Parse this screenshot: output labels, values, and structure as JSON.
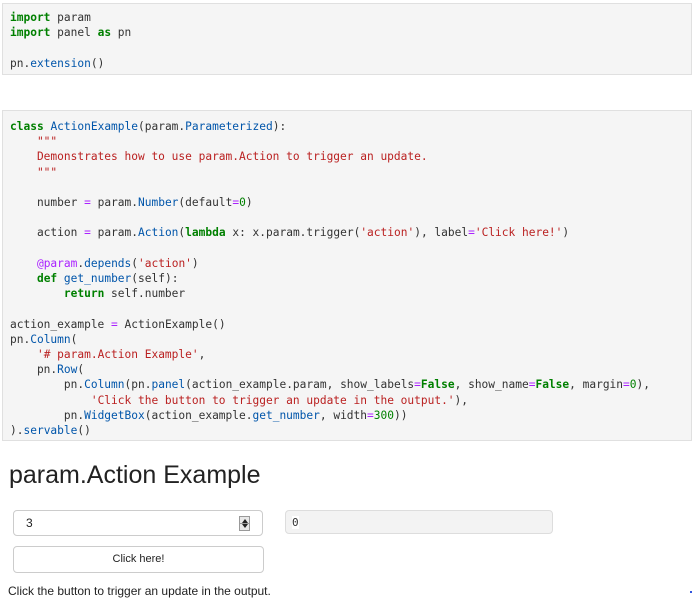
{
  "cells": [
    {
      "id": "cell1",
      "lines": [
        [
          {
            "t": "import",
            "c": "kw"
          },
          {
            "t": " param"
          }
        ],
        [
          {
            "t": "import",
            "c": "kw"
          },
          {
            "t": " panel "
          },
          {
            "t": "as",
            "c": "kw"
          },
          {
            "t": " pn"
          }
        ],
        [],
        [
          {
            "t": "pn."
          },
          {
            "t": "extension",
            "c": "fn"
          },
          {
            "t": "()"
          }
        ]
      ]
    },
    {
      "id": "cell2",
      "lines": [
        [
          {
            "t": "class",
            "c": "kw"
          },
          {
            "t": " "
          },
          {
            "t": "ActionExample",
            "c": "fn"
          },
          {
            "t": "(param."
          },
          {
            "t": "Parameterized",
            "c": "fn"
          },
          {
            "t": "):"
          }
        ],
        [
          {
            "t": "    \"\"\"",
            "c": "st"
          }
        ],
        [
          {
            "t": "    Demonstrates how to use param.Action to trigger an update.",
            "c": "st"
          }
        ],
        [
          {
            "t": "    \"\"\"",
            "c": "st"
          }
        ],
        [],
        [
          {
            "t": "    number "
          },
          {
            "t": "=",
            "c": "op"
          },
          {
            "t": " param."
          },
          {
            "t": "Number",
            "c": "fn"
          },
          {
            "t": "(default"
          },
          {
            "t": "=",
            "c": "op"
          },
          {
            "t": "0",
            "c": "nm"
          },
          {
            "t": ")"
          }
        ],
        [],
        [
          {
            "t": "    action "
          },
          {
            "t": "=",
            "c": "op"
          },
          {
            "t": " param."
          },
          {
            "t": "Action",
            "c": "fn"
          },
          {
            "t": "("
          },
          {
            "t": "lambda",
            "c": "kw"
          },
          {
            "t": " x: x.param.trigger("
          },
          {
            "t": "'action'",
            "c": "st"
          },
          {
            "t": "), label"
          },
          {
            "t": "=",
            "c": "op"
          },
          {
            "t": "'Click here!'",
            "c": "st"
          },
          {
            "t": ")"
          }
        ],
        [],
        [
          {
            "t": "    "
          },
          {
            "t": "@param",
            "c": "dec"
          },
          {
            "t": "."
          },
          {
            "t": "depends",
            "c": "fn"
          },
          {
            "t": "("
          },
          {
            "t": "'action'",
            "c": "st"
          },
          {
            "t": ")"
          }
        ],
        [
          {
            "t": "    "
          },
          {
            "t": "def",
            "c": "kw"
          },
          {
            "t": " "
          },
          {
            "t": "get_number",
            "c": "fn"
          },
          {
            "t": "(self):"
          }
        ],
        [
          {
            "t": "        "
          },
          {
            "t": "return",
            "c": "kw"
          },
          {
            "t": " self.number"
          }
        ],
        [],
        [
          {
            "t": "action_example "
          },
          {
            "t": "=",
            "c": "op"
          },
          {
            "t": " ActionExample()"
          }
        ],
        [
          {
            "t": "pn."
          },
          {
            "t": "Column",
            "c": "fn"
          },
          {
            "t": "("
          }
        ],
        [
          {
            "t": "    "
          },
          {
            "t": "'# param.Action Example'",
            "c": "st"
          },
          {
            "t": ","
          }
        ],
        [
          {
            "t": "    pn."
          },
          {
            "t": "Row",
            "c": "fn"
          },
          {
            "t": "("
          }
        ],
        [
          {
            "t": "        pn."
          },
          {
            "t": "Column",
            "c": "fn"
          },
          {
            "t": "(pn."
          },
          {
            "t": "panel",
            "c": "fn"
          },
          {
            "t": "(action_example.param, show_labels"
          },
          {
            "t": "=",
            "c": "op"
          },
          {
            "t": "False",
            "c": "kc"
          },
          {
            "t": ", show_name"
          },
          {
            "t": "=",
            "c": "op"
          },
          {
            "t": "False",
            "c": "kc"
          },
          {
            "t": ", margin"
          },
          {
            "t": "=",
            "c": "op"
          },
          {
            "t": "0",
            "c": "nm"
          },
          {
            "t": "),"
          }
        ],
        [
          {
            "t": "            "
          },
          {
            "t": "'Click the button to trigger an update in the output.'",
            "c": "st"
          },
          {
            "t": "),"
          }
        ],
        [
          {
            "t": "        pn."
          },
          {
            "t": "WidgetBox",
            "c": "fn"
          },
          {
            "t": "(action_example."
          },
          {
            "t": "get_number",
            "c": "fn"
          },
          {
            "t": ", width"
          },
          {
            "t": "=",
            "c": "op"
          },
          {
            "t": "300",
            "c": "nm"
          },
          {
            "t": "))"
          }
        ],
        [
          {
            "t": ")."
          },
          {
            "t": "servable",
            "c": "fn"
          },
          {
            "t": "()"
          }
        ]
      ]
    }
  ],
  "app": {
    "title": "param.Action Example",
    "number_input": {
      "value": "3"
    },
    "output": {
      "value": "0"
    },
    "action_button": {
      "label": "Click here!"
    },
    "help_text": "Click the button to trigger an update in the output."
  }
}
